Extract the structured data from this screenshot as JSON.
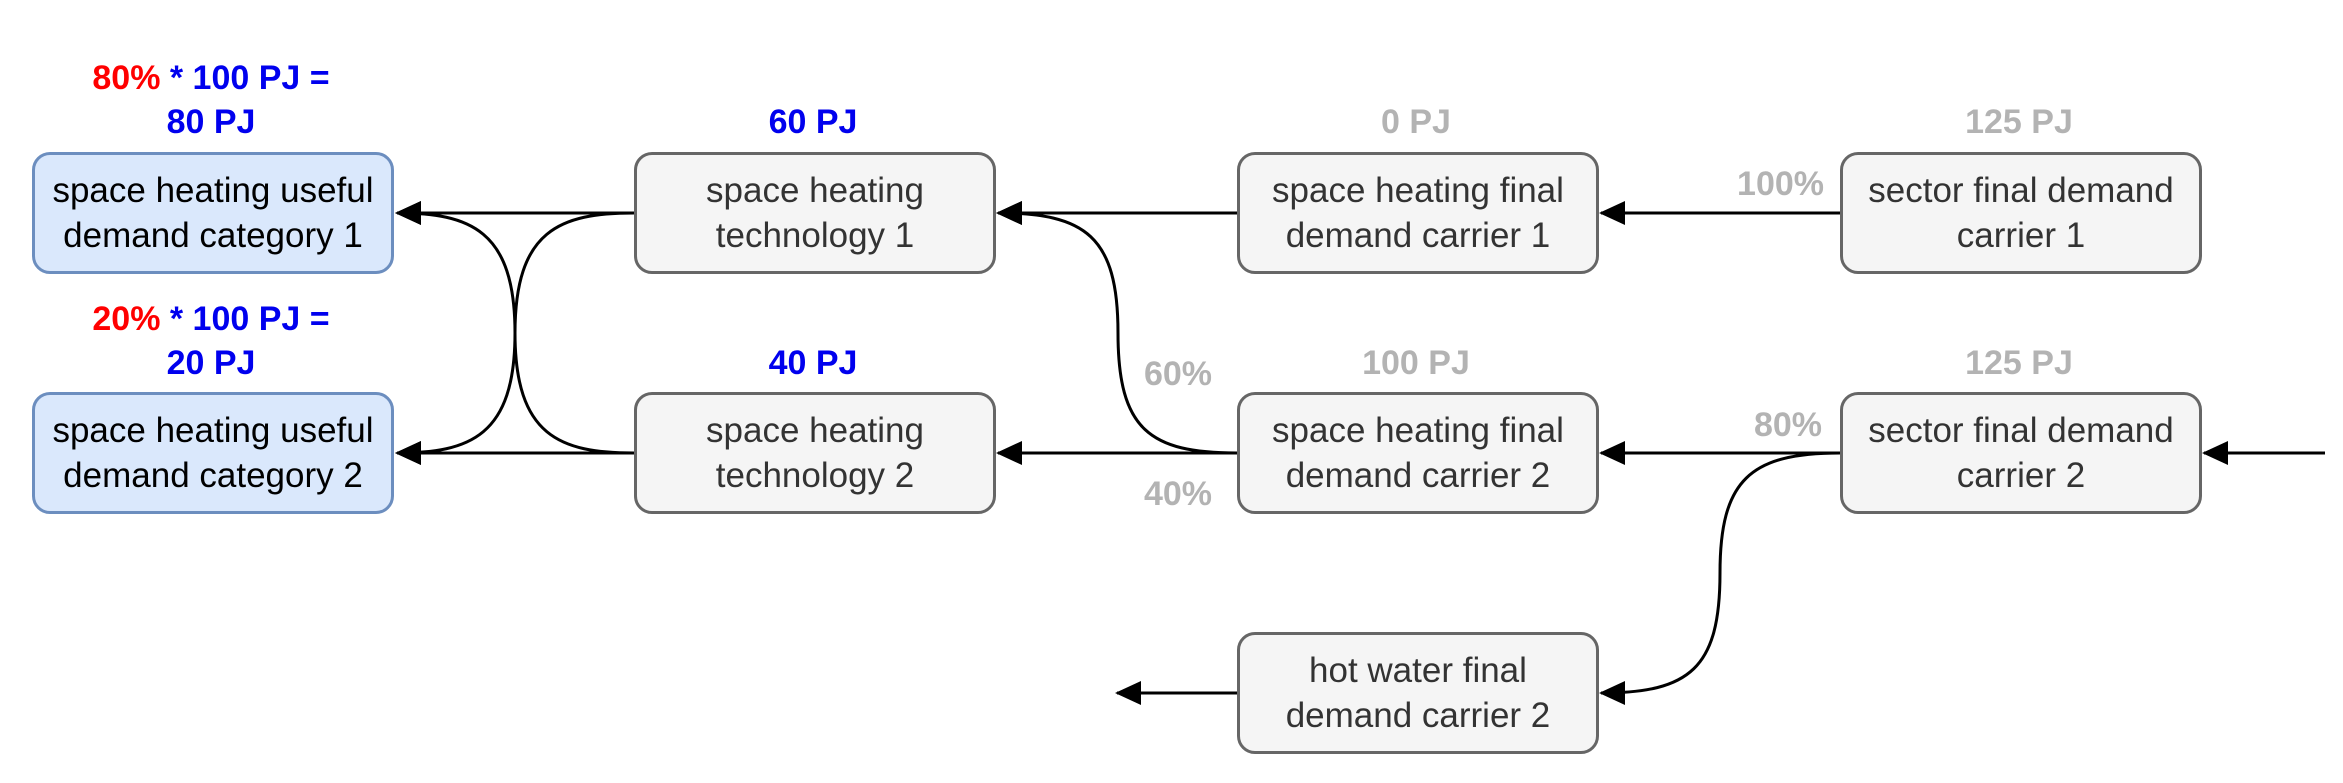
{
  "nodes": {
    "useful1": {
      "line1": "space heating useful",
      "line2": "demand category 1"
    },
    "useful2": {
      "line1": "space heating useful",
      "line2": "demand category 2"
    },
    "tech1": {
      "line1": "space heating",
      "line2": "technology 1"
    },
    "tech2": {
      "line1": "space heating",
      "line2": "technology 2"
    },
    "final1": {
      "line1": "space heating final",
      "line2": "demand carrier 1"
    },
    "final2": {
      "line1": "space heating final",
      "line2": "demand carrier 2"
    },
    "sector1": {
      "line1": "sector final demand",
      "line2": "carrier 1"
    },
    "sector2": {
      "line1": "sector final demand",
      "line2": "carrier 2"
    },
    "hotwater": {
      "line1": "hot water final",
      "line2": "demand carrier 2"
    }
  },
  "labels": {
    "useful1_share": "80%",
    "useful1_calc": " * 100 PJ =",
    "useful1_total": "80 PJ",
    "useful2_share": "20%",
    "useful2_calc": " * 100 PJ =",
    "useful2_total": "20 PJ",
    "tech1_value": "60 PJ",
    "tech2_value": "40 PJ",
    "final1_value": "0 PJ",
    "final2_value": "100 PJ",
    "sector1_value": "125 PJ",
    "sector2_value": "125 PJ",
    "pct_sector1_to_final1": "100%",
    "pct_sector2_to_final2": "80%",
    "pct_final2_to_tech1": "60%",
    "pct_final2_to_tech2": "40%"
  },
  "colors": {
    "useful_fill": "#dae8fc",
    "useful_border": "#6c8ebf",
    "node_fill": "#f5f5f5",
    "node_border": "#666666",
    "share_text": "#ff0000",
    "energy_text": "#0000ee",
    "muted_text": "#b3b3b3",
    "edge": "#000000"
  }
}
